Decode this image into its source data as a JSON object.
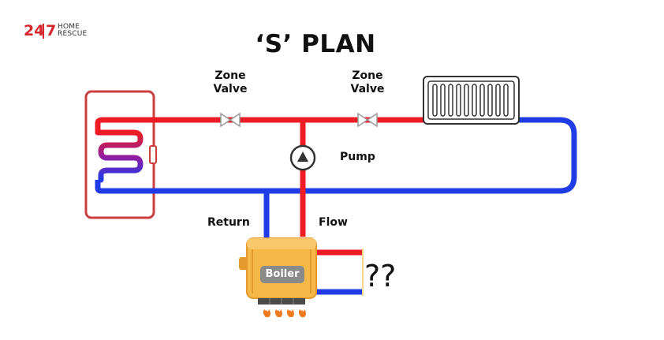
{
  "diagram": {
    "title": "‘S’ PLAN",
    "logo": {
      "number_left": "24",
      "number_right": "7",
      "line1": "HOME",
      "line2": "RESCUE"
    },
    "labels": {
      "zone_valve_1": [
        "Zone",
        "Valve"
      ],
      "zone_valve_2": [
        "Zone",
        "Valve"
      ],
      "pump": "Pump",
      "return": "Return",
      "flow": "Flow",
      "boiler": "Boiler",
      "unknown": "??"
    },
    "colors": {
      "flow": "#ee1c24",
      "return": "#1f3ce6",
      "cylinder_outline": "#cc3d3d",
      "boiler_body": "#f7b84a",
      "boiler_dark": "#e49a2c",
      "boiler_label_bg": "#8a8a8a",
      "flame": "#f07a1e"
    },
    "icons": [
      "logo",
      "cylinder-icon",
      "coil-icon",
      "zone-valve-icon",
      "pump-icon",
      "radiator-icon",
      "boiler-icon",
      "flame-icon"
    ]
  }
}
